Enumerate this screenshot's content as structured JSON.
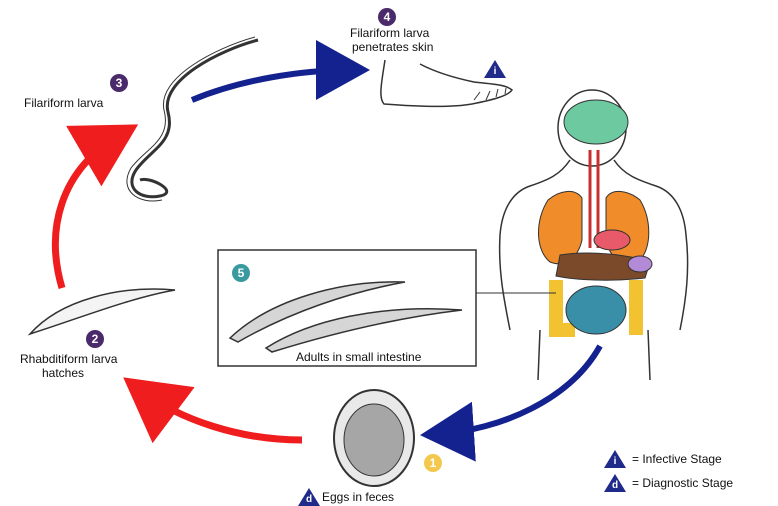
{
  "stages": {
    "s1": {
      "num": "1",
      "label": "",
      "color": "#f2c94c"
    },
    "s2": {
      "num": "2",
      "label_line1": "Rhabditiform larva",
      "label_line2": "hatches",
      "color": "#4a2a6b"
    },
    "s3": {
      "num": "3",
      "label": "Filariform larva",
      "color": "#4a2a6b"
    },
    "s4": {
      "num": "4",
      "label_line1": "Filariform larva",
      "label_line2": "penetrates skin",
      "color": "#4a2a6b"
    },
    "s5": {
      "num": "5",
      "label": "Adults in small intestine",
      "color": "#3a9aa0"
    }
  },
  "eggs_label": "Eggs in feces",
  "legend": {
    "infective": {
      "letter": "i",
      "text": "= Infective Stage"
    },
    "diagnostic": {
      "letter": "d",
      "text": "= Diagnostic Stage"
    }
  },
  "triangle_letters": {
    "skin": "i",
    "eggs": "d"
  },
  "colors": {
    "arrow_red": "#ef1d1d",
    "arrow_blue": "#14228f",
    "triangle": "#1f2a8a",
    "brain": "#6cc9a0",
    "lungs": "#f08c2a",
    "stomach": "#e85a6a",
    "colon": "#f2c230",
    "small_intestine": "#3a8fa8",
    "liver": "#7a4a2a"
  }
}
